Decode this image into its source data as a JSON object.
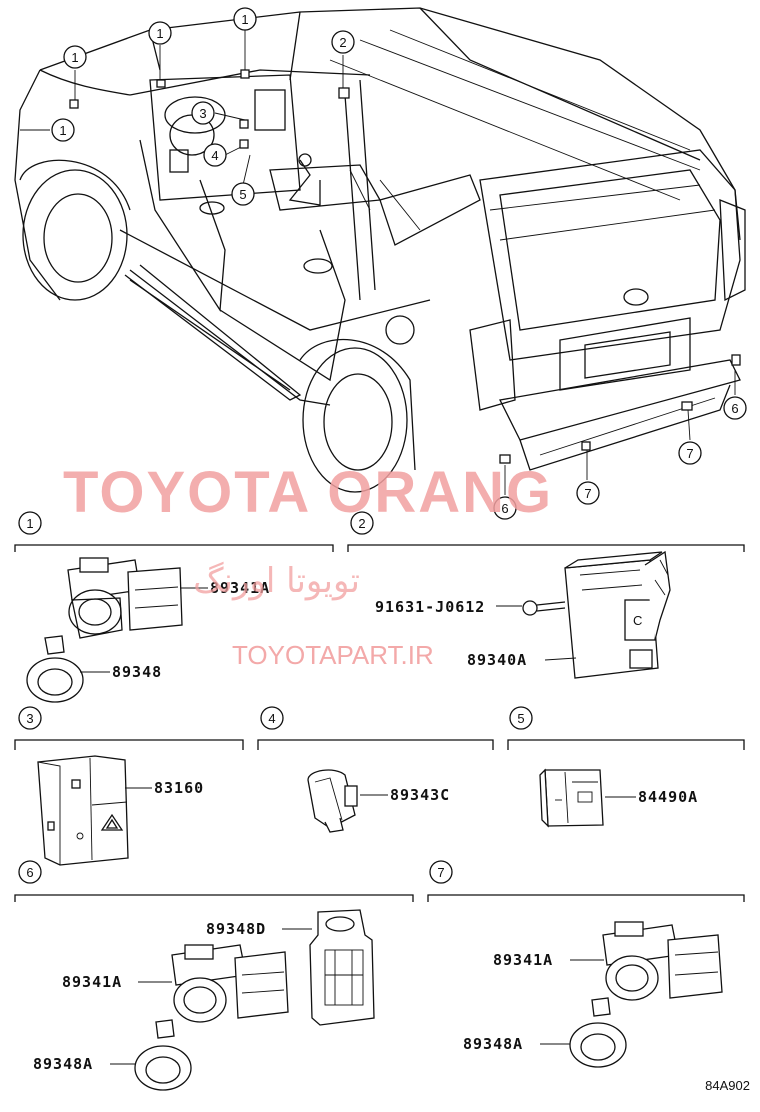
{
  "watermark": {
    "main": "TOYOTA ORANG",
    "persian": "تویوتا اورنگ",
    "site": "TOYOTAPART.IR"
  },
  "callouts": {
    "c1": "1",
    "c2": "2",
    "c3": "3",
    "c4": "4",
    "c5": "5",
    "c6": "6",
    "c7": "7"
  },
  "sections": {
    "s1": {
      "number": "1",
      "parts": [
        "89341A",
        "89348"
      ]
    },
    "s2": {
      "number": "2",
      "parts": [
        "91631-J0612",
        "89340A"
      ]
    },
    "s3": {
      "number": "3",
      "parts": [
        "83160"
      ]
    },
    "s4": {
      "number": "4",
      "parts": [
        "89343C"
      ]
    },
    "s5": {
      "number": "5",
      "parts": [
        "84490A"
      ]
    },
    "s6": {
      "number": "6",
      "parts": [
        "89348D",
        "89341A",
        "89348A"
      ]
    },
    "s7": {
      "number": "7",
      "parts": [
        "89341A",
        "89348A"
      ]
    }
  },
  "diagram_code": "84A902"
}
